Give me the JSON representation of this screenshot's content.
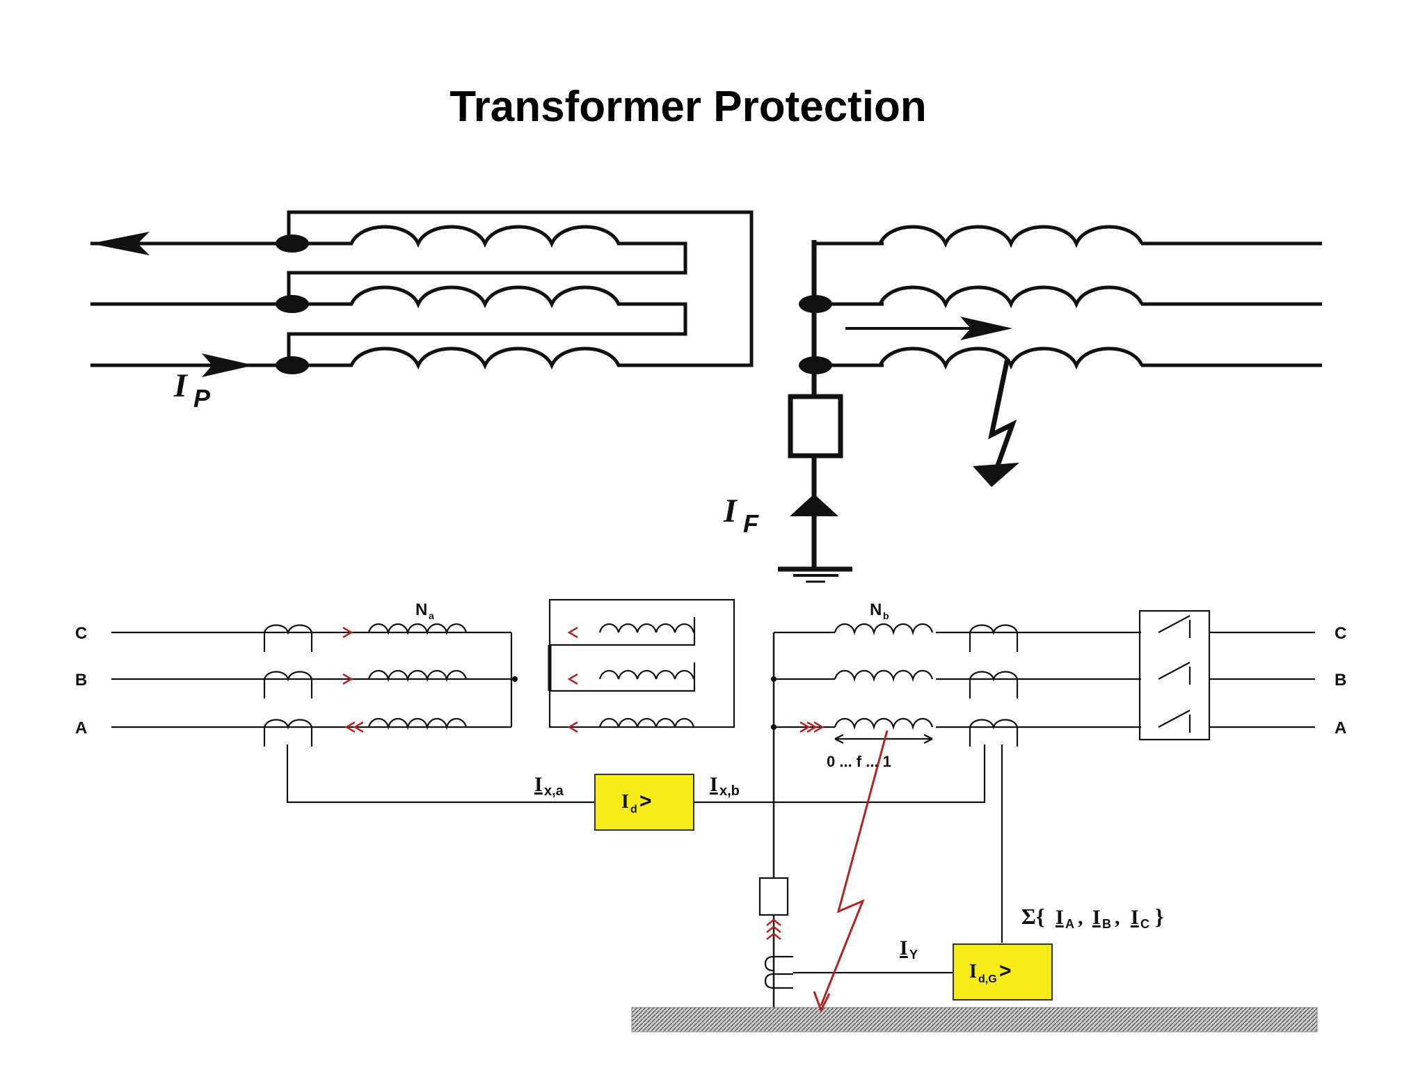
{
  "title": "Transformer Protection",
  "top_diagram": {
    "primary_current_label": "I",
    "primary_current_sub": "P",
    "fault_current_label": "I",
    "fault_current_sub": "F"
  },
  "bottom_diagram": {
    "phases_left": [
      "C",
      "B",
      "A"
    ],
    "phases_right": [
      "C",
      "B",
      "A"
    ],
    "winding_a_label": "N",
    "winding_a_sub": "a",
    "winding_b_label": "N",
    "winding_b_sub": "b",
    "fault_position_label": "0 ... f ... 1",
    "current_xa_label": "I",
    "current_xa_sub": "x,a",
    "current_xb_label": "I",
    "current_xb_sub": "x,b",
    "diff_relay_label": "I",
    "diff_relay_sub": "d",
    "diff_relay_suffix": ">",
    "sum_label_prefix": "Σ{",
    "sum_a": "I",
    "sum_a_sub": "A",
    "sum_b": "I",
    "sum_b_sub": "B",
    "sum_c": "I",
    "sum_c_sub": "C",
    "sum_label_suffix": "}",
    "neutral_current_label": "I",
    "neutral_current_sub": "Y",
    "ground_relay_label": "I",
    "ground_relay_sub": "d,G",
    "ground_relay_suffix": ">"
  },
  "colors": {
    "line": "#111111",
    "fault_red": "#b22222",
    "relay_fill": "#f5ec1a",
    "relay_border": "#333333"
  }
}
